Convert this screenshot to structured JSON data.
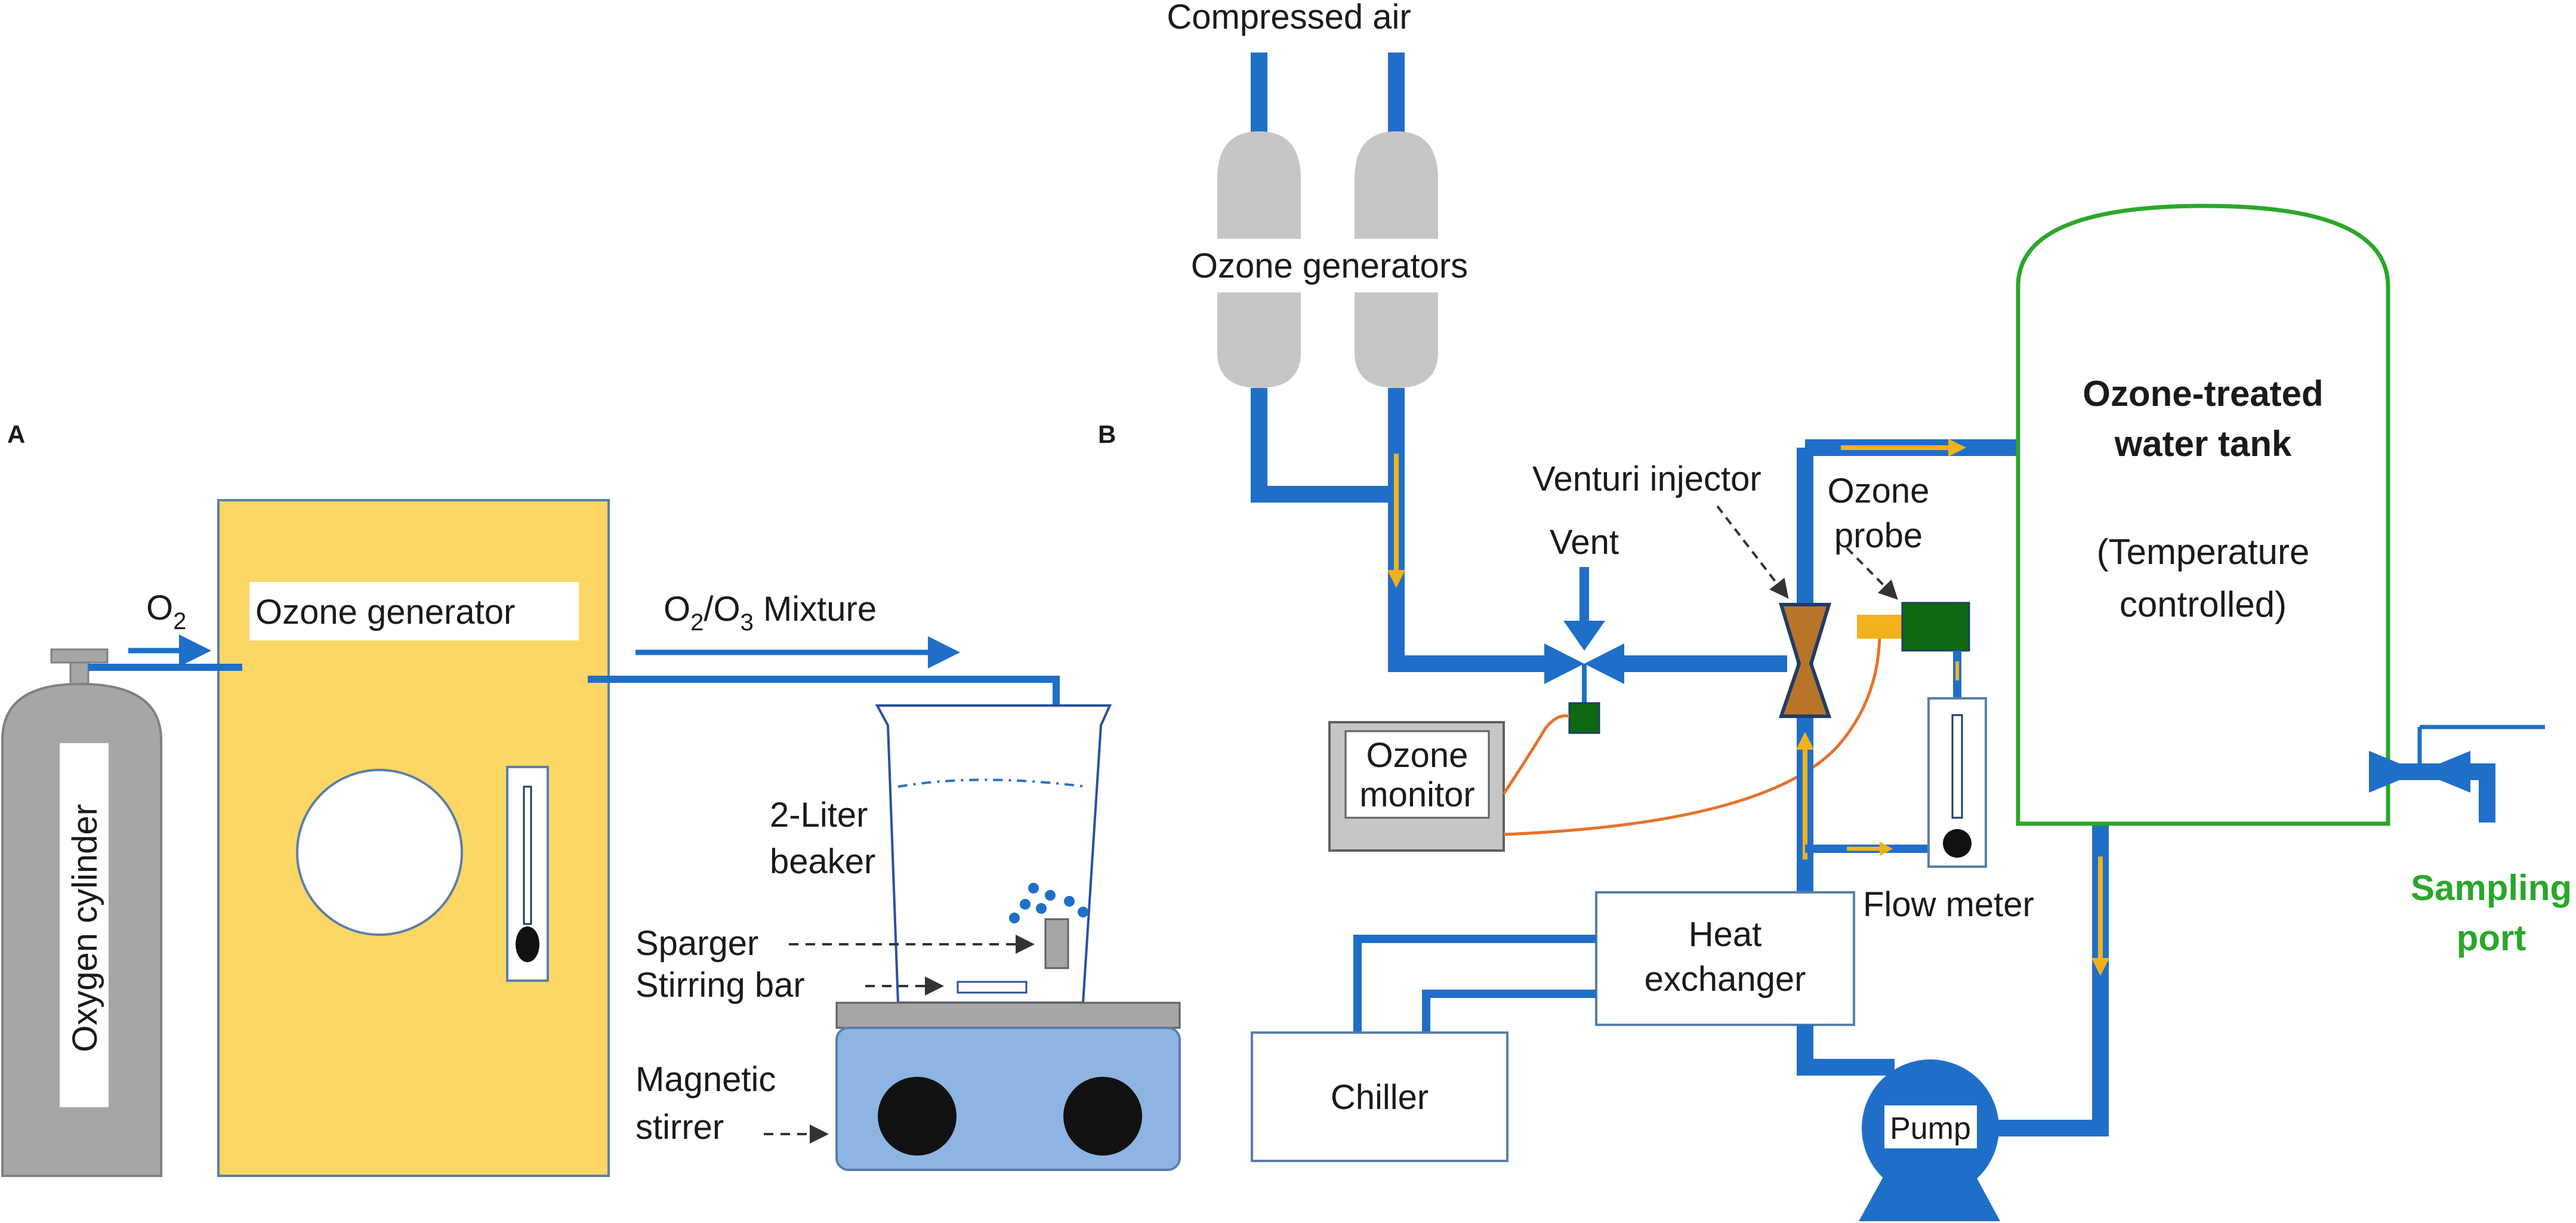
{
  "panel_a": {
    "letter": "A",
    "o2_label": "O",
    "o2_sub": "2",
    "mix_label_o2": "O",
    "mix_sub1": "2",
    "mix_slash": "/O",
    "mix_sub2": "3",
    "mix_word": " Mixture",
    "generator_label": "Ozone generator",
    "cylinder_label": "Oxygen cylinder",
    "beaker_line1": "2-Liter",
    "beaker_line2": "beaker",
    "sparger_label": "Sparger",
    "stirring_bar_label": "Stirring bar",
    "stirrer_line1": "Magnetic",
    "stirrer_line2": "stirrer"
  },
  "panel_b": {
    "letter": "B",
    "compressed_air": "Compressed air",
    "ozone_generators": "Ozone generators",
    "vent": "Vent",
    "venturi_injector": "Venturi injector",
    "ozone_probe_line1": "Ozone",
    "ozone_probe_line2": "probe",
    "tank_title_line1": "Ozone-treated",
    "tank_title_line2": "water tank",
    "tank_note_line1": "(Temperature",
    "tank_note_line2": "controlled)",
    "ozone_monitor_line1": "Ozone",
    "ozone_monitor_line2": "monitor",
    "flow_meter": "Flow meter",
    "heat_exchanger_line1": "Heat",
    "heat_exchanger_line2": "exchanger",
    "chiller": "Chiller",
    "pump": "Pump",
    "sampling_line1": "Sampling",
    "sampling_line2": "port"
  },
  "colors": {
    "pipe_blue": "#1f6fc8",
    "flow_arrow": "#f2b21b",
    "generator_yellow": "#fcd766",
    "cylinder_gray": "#a6a6a6",
    "generator_gray": "#c6c6c6",
    "stirrer_blue": "#8eb4e3",
    "tank_green": "#2aa72a",
    "valve_green": "#0e6a12",
    "venturi_brown": "#b8752a",
    "signal_orange": "#e8712a",
    "sampling_text": "#2aa72a"
  }
}
